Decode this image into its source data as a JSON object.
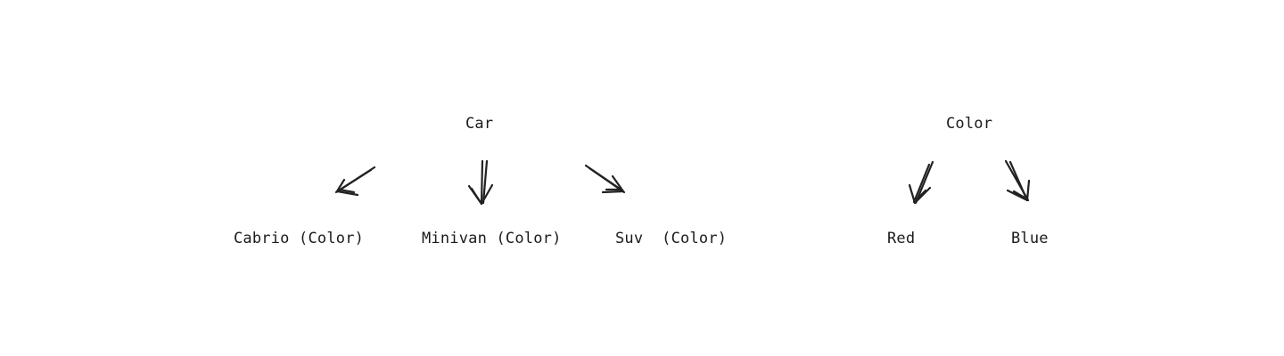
{
  "diagram": {
    "roots": [
      {
        "label": "Car",
        "children": [
          {
            "label": "Cabrio (Color)"
          },
          {
            "label": "Minivan (Color)"
          },
          {
            "label": "Suv  (Color)"
          }
        ]
      },
      {
        "label": "Color",
        "children": [
          {
            "label": "Red"
          },
          {
            "label": "Blue"
          }
        ]
      }
    ],
    "edge_style": "hand-drawn-arrow",
    "stroke_color": "#222222",
    "text_color": "#1b1b1b"
  }
}
